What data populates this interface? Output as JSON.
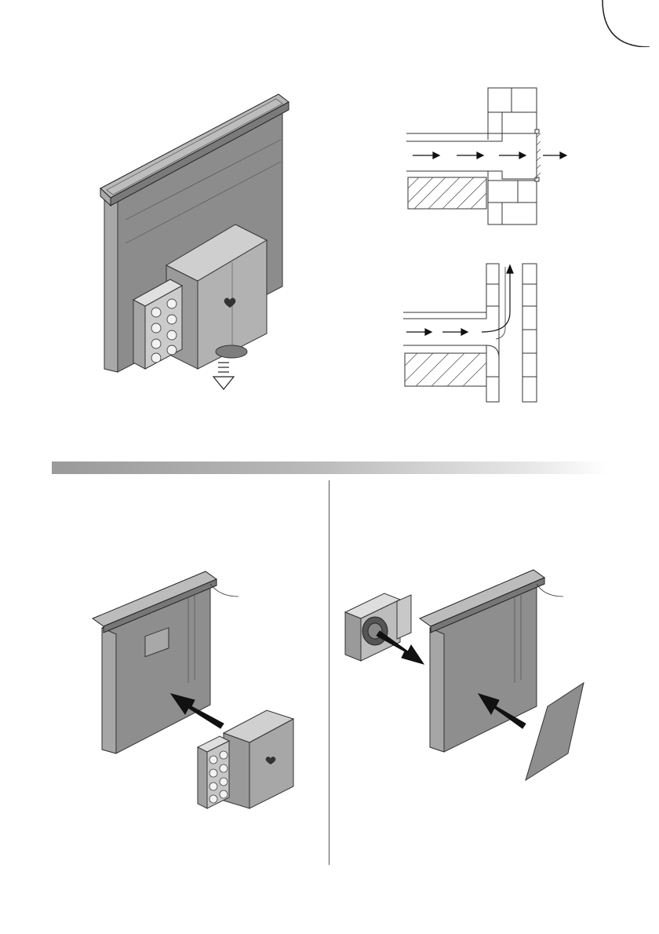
{
  "page": {
    "section_band_color": "#a8a8a8",
    "figures": [
      {
        "id": "hood-with-recirculation-module",
        "icon": "downdraft-hood-icon"
      },
      {
        "id": "ducting-through-wall",
        "icon": "wall-duct-diagram-icon"
      },
      {
        "id": "ducting-into-vertical-shaft",
        "icon": "shaft-duct-diagram-icon"
      },
      {
        "id": "mount-recirculation-unit",
        "icon": "mounting-arrow-icon"
      },
      {
        "id": "mount-external-motor-with-cover",
        "icon": "cover-plate-icon"
      }
    ]
  }
}
